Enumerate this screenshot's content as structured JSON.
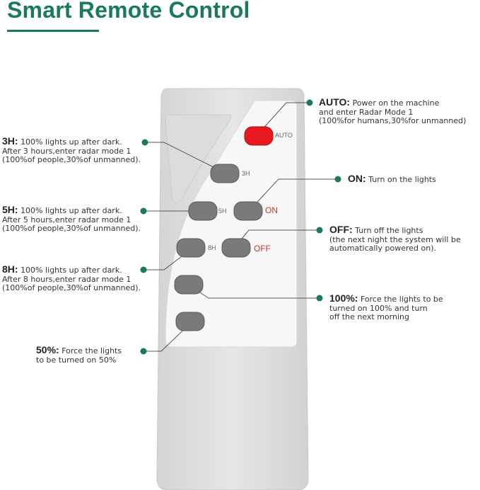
{
  "title": "Smart Remote Control",
  "colors": {
    "accent": "#1a7a5e",
    "auto_button": "#e8191e",
    "button": "#7a7a7a",
    "remote_body": "#e1e1e1",
    "red_label": "#c0392b"
  },
  "buttons": {
    "auto": "AUTO",
    "h3": "3H",
    "on": "ON",
    "h5": "5H",
    "off": "OFF",
    "h8": "8H"
  },
  "callouts": {
    "auto": {
      "heading": "AUTO:",
      "text": "Power on the machine",
      "lines": [
        "and enter Radar Mode 1",
        "(100%for humans,30%for unmanned)"
      ]
    },
    "h3": {
      "heading": "3H:",
      "text": "100% lights up after dark.",
      "lines": [
        "After 3 hours,enter radar mode 1",
        "(100%of people,30%of unmanned)."
      ]
    },
    "on": {
      "heading": "ON:",
      "text": "Turn on the lights",
      "lines": []
    },
    "h5": {
      "heading": "5H:",
      "text": "100% lights up after dark.",
      "lines": [
        "After 5 hours,enter radar mode 1",
        "(100%of people,30%of unmanned)."
      ]
    },
    "off": {
      "heading": "OFF:",
      "text": "Turn off the lights",
      "lines": [
        "(the next night the system will be",
        "automatically powered on)."
      ]
    },
    "h8": {
      "heading": "8H:",
      "text": "100% lights up after dark.",
      "lines": [
        "After 8 hours,enter radar mode 1",
        "(100%of people,30%of unmanned)."
      ]
    },
    "p100": {
      "heading": "100%:",
      "text": "Force the lights to be",
      "lines": [
        "turned on 100% and turn",
        "off the next morning"
      ]
    },
    "p50": {
      "heading": "50%:",
      "text": "Force the lights",
      "lines": [
        "to be turned on 50%"
      ]
    }
  }
}
